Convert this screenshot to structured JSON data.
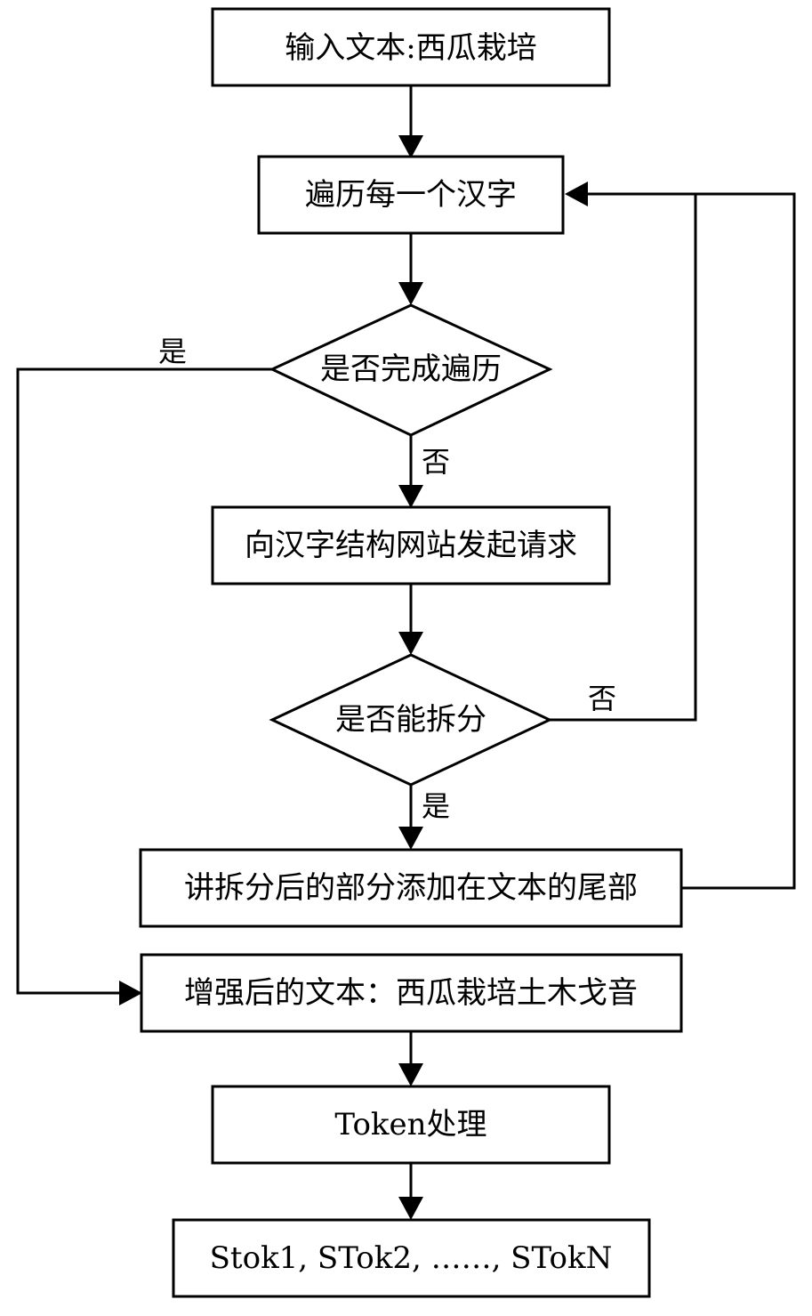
{
  "nodes": {
    "input_text": "输入文本:西瓜栽培",
    "iterate_chars": "遍历每一个汉字",
    "traversal_done": "是否完成遍历",
    "request_site": "向汉字结构网站发起请求",
    "can_split": "是否能拆分",
    "append_parts": "讲拆分后的部分添加在文本的尾部",
    "augmented_text": "增强后的文本：西瓜栽培土木戈音",
    "token_process": "Token处理",
    "tokens_output": "Stok1, STok2, ……, STokN"
  },
  "edge_labels": {
    "traversal_yes": "是",
    "traversal_no": "否",
    "split_no": "否",
    "split_yes": "是"
  }
}
